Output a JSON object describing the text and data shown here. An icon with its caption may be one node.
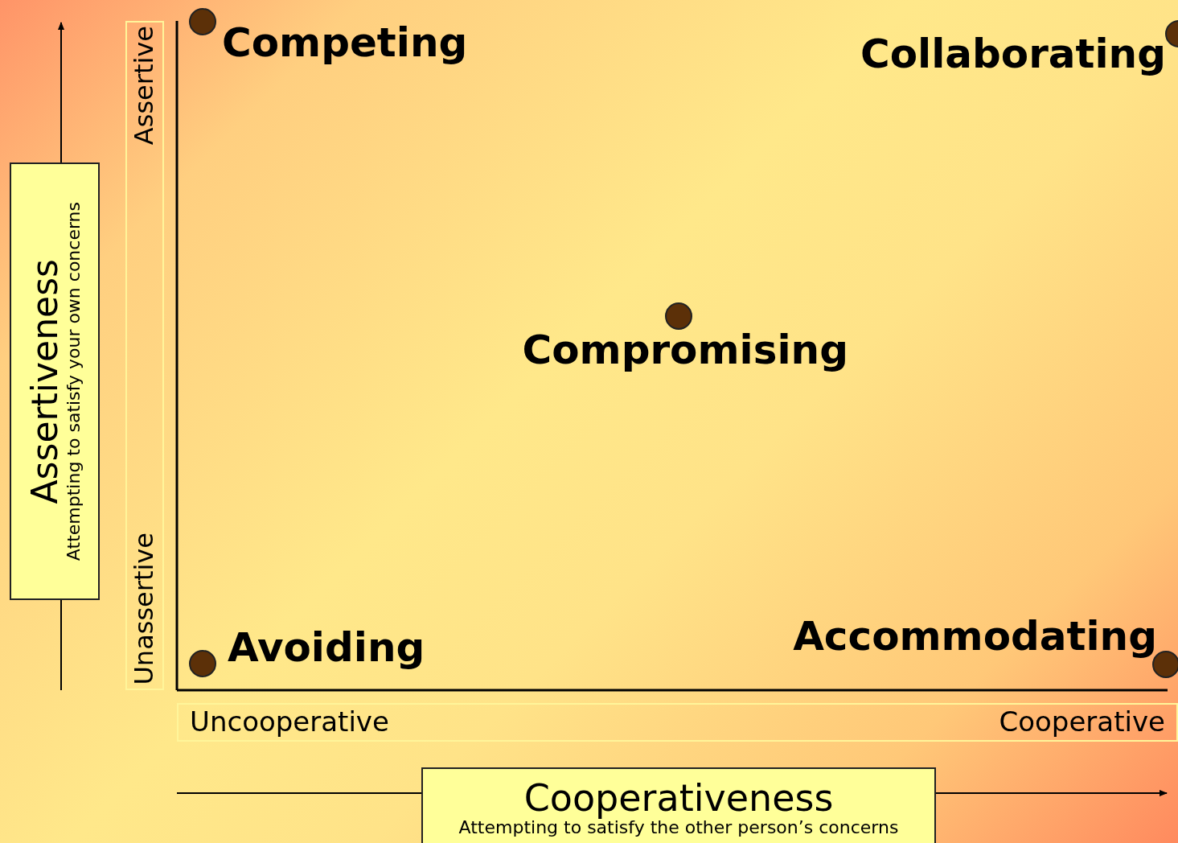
{
  "diagram": {
    "nodes": [
      {
        "text": [
          "Assertiveness",
          "Attempting to satisfy your own concerns"
        ]
      },
      {
        "text": [
          "Assertive",
          "Unassertive"
        ]
      },
      {
        "text": [
          "Uncooperative",
          "Cooperative"
        ]
      },
      {
        "text": [
          "Cooperativeness",
          "Attempting to satisfy the other person’s concerns"
        ]
      }
    ],
    "labels": [
      "Competing",
      "Collaborating",
      "Compromising",
      "Avoiding",
      "Accommodating"
    ]
  }
}
